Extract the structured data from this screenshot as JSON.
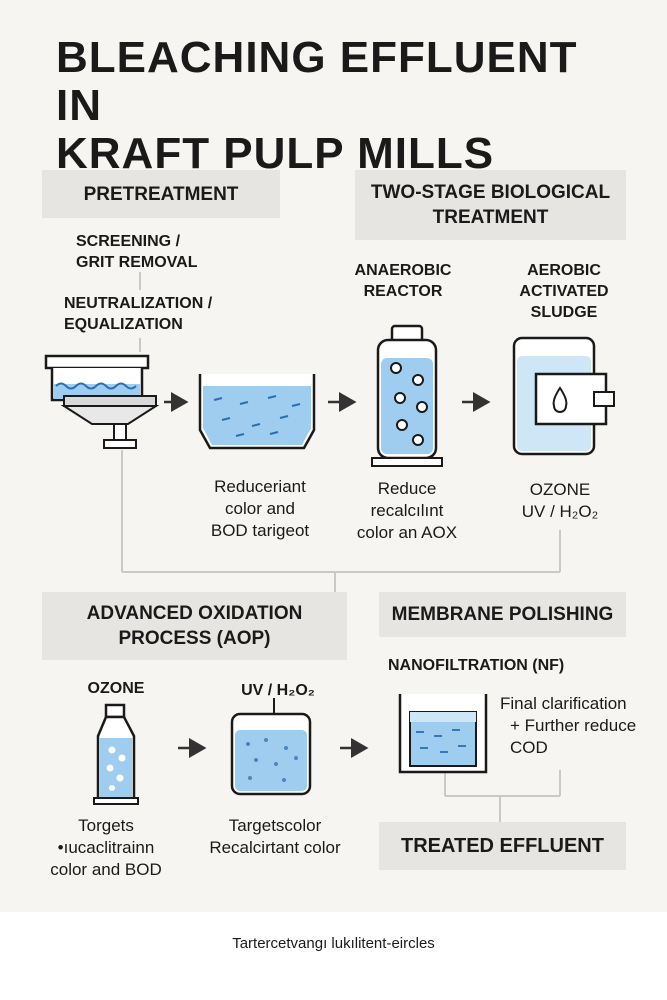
{
  "title_line1": "BLEACHING EFFLUENT IN",
  "title_line2": "KRAFT PULP MILLS",
  "pretreatment": {
    "header": "PRETREATMENT",
    "screening_l1": "SCREENING /",
    "screening_l2": "GRIT REMOVAL",
    "neutral_l1": "NEUTRALIZATION /",
    "neutral_l2": "EQUALIZATION"
  },
  "biological": {
    "header_l1": "TWO-STAGE BIOLOGICAL",
    "header_l2": "TREATMENT",
    "anaerobic_l1": "ANAEROBIC",
    "anaerobic_l2": "REACTOR",
    "aerobic_l1": "AEROBIC",
    "aerobic_l2": "ACTIVATED",
    "aerobic_l3": "SLUDGE"
  },
  "notes_row1": {
    "basin_l1": "Reduceriant",
    "basin_l2": "color and",
    "basin_l3": "BOD tarigeot",
    "reactor_l1": "Reduce",
    "reactor_l2": "recalcılınt",
    "reactor_l3": "color an AOX",
    "sludge_l1": "OZONE",
    "sludge_l2": "UV / H₂O₂"
  },
  "aop": {
    "header_l1": "ADVANCED OXIDATION",
    "header_l2": "PROCESS (AOP)",
    "ozone": "OZONE",
    "uv": "UV / H₂O₂",
    "ozone_note_l1": "Torgets",
    "ozone_note_l2": "•ıucaclitrainn",
    "ozone_note_l3": "color and BOD",
    "uv_note_l1": "Targetscolor",
    "uv_note_l2": "Recalcirtant color"
  },
  "membrane": {
    "header": "MEMBRANE POLISHING",
    "nf": "NANOFILTRATION (NF)",
    "note_l1": "Final clarification",
    "note_l2": "+ Further reduce",
    "note_l3": "COD"
  },
  "treated": "TREATED EFFLUENT",
  "footer": "Tartercetvangı lukılitent-eircles",
  "colors": {
    "background": "#f7f5f1",
    "box_fill": "#e6e5e2",
    "water": "#9fcdef",
    "water_dark": "#2b6fb0",
    "outline": "#1a1a1a"
  }
}
